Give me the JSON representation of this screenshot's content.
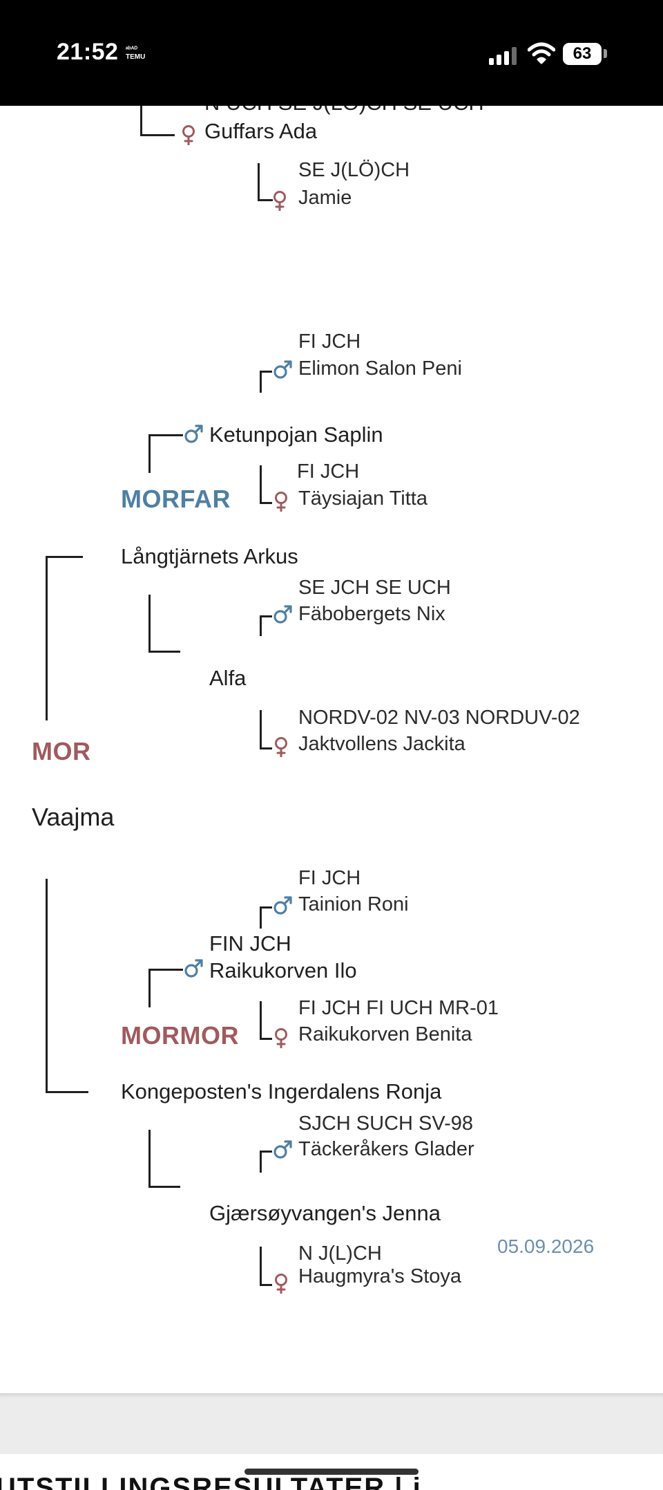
{
  "status_bar": {
    "time": "21:52",
    "carrier": "ᵃᵇᴬᴰ TEMU",
    "battery": "63"
  },
  "pedigree": {
    "top_partial_title": "N UCH SE J(LÖ)CH SE UCH",
    "guffars_ada": "Guffars Ada",
    "jamie_title": "SE J(LÖ)CH",
    "jamie": "Jamie",
    "elimon_title": "FI JCH",
    "elimon": "Elimon Salon Peni",
    "ketunpojan": "Ketunpojan Saplin",
    "morfar_label": "MORFAR",
    "taysiajan_title": "FI JCH",
    "taysiajan": "Täysiajan Titta",
    "langtjarnets": "Långtjärnets Arkus",
    "fabobergets_title": "SE JCH SE UCH",
    "fabobergets": "Fäbobergets Nix",
    "alfa": "Alfa",
    "jaktvollens_title": "NORDV-02 NV-03 NORDUV-02",
    "jaktvollens": "Jaktvollens Jackita",
    "mor_label": "MOR",
    "dam": "Vaajma",
    "tainion_title": "FI JCH",
    "tainion": "Tainion Roni",
    "raikukorven_ilo_title": "FIN JCH",
    "raikukorven_ilo": "Raikukorven Ilo",
    "mormor_label": "MORMOR",
    "raikukorven_benita_title": "FI JCH FI UCH MR-01",
    "raikukorven_benita": "Raikukorven Benita",
    "kongeposten": "Kongeposten's Ingerdalens Ronja",
    "tackerakers_title": "SJCH SUCH SV-98",
    "tackerakers": "Täckeråkers Glader",
    "gjaersoyvangen": "Gjærsøyvangen's Jenna",
    "haugmyra_title": "N J(L)CH",
    "haugmyra": "Haugmyra's Stoya",
    "date": "05.09.2026"
  },
  "bottom": {
    "section_title": "UTSTILLINGSRESULTATER  | i"
  },
  "colors": {
    "male": "#4f7fa3",
    "female": "#a05a5d"
  },
  "icons": {
    "male": "male-symbol-icon",
    "female": "female-symbol-icon"
  }
}
